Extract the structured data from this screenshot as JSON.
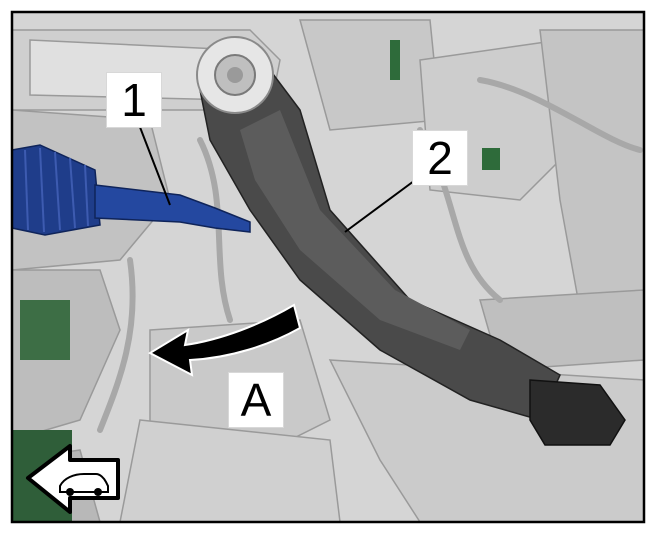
{
  "callouts": {
    "one": "1",
    "two": "2",
    "a": "A"
  },
  "icons": {
    "direction": "car-forward-arrow-icon",
    "rotation": "curved-arrow-icon"
  },
  "colors": {
    "frame": "#000000",
    "highlight_part": "#1f3d8a",
    "pedal": "#4a4a4a",
    "background": "#d9d9d9"
  }
}
